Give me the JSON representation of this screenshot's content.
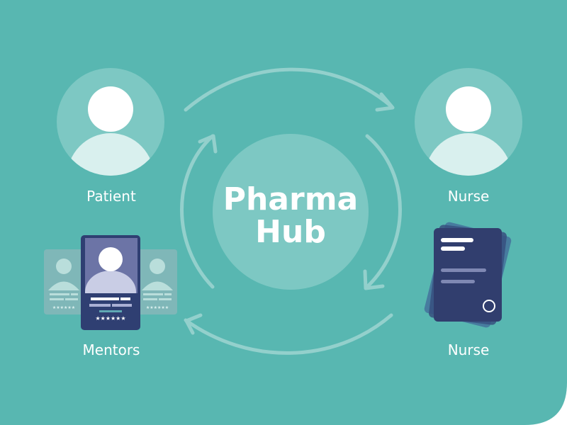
{
  "hub": {
    "line1": "Pharma",
    "line2": "Hub"
  },
  "nodes": {
    "top_left": "Patient",
    "top_right": "Nurse",
    "bottom_left": "Mentors",
    "bottom_right": "Nurse"
  },
  "colors": {
    "background": "#58b7b1",
    "circle_light": "#7dc8c3",
    "person": "#ffffff",
    "person_body": "#d9f0ee",
    "card_dark": "#2f3f72",
    "card_faded": "#7fb7b8",
    "doc_dark": "#313e6e",
    "arrow": "#93d0cc"
  },
  "icons": {
    "top_left": "user-avatar-icon",
    "top_right": "user-avatar-icon",
    "bottom_left": "profile-cards-icon",
    "bottom_right": "document-stack-icon",
    "cycle": "circular-arrows-icon"
  }
}
